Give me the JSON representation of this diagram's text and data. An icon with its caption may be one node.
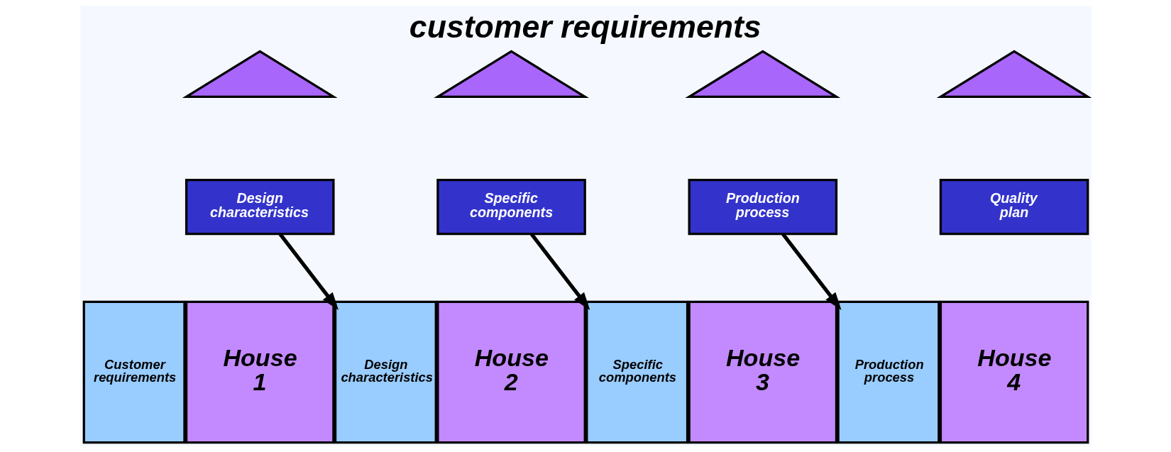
{
  "diagram": {
    "title": "customer requirements",
    "nodes": [
      {
        "text": [],
        "shape": "triangle"
      },
      {
        "text": [
          "Design characteristics"
        ]
      },
      {
        "text": [
          "Customer requirements"
        ]
      },
      {
        "text": [
          "House 1"
        ]
      },
      {
        "text": [],
        "shape": "triangle"
      },
      {
        "text": [
          "Specific components"
        ]
      },
      {
        "text": [
          "Design characteristics"
        ]
      },
      {
        "text": [
          "House 2"
        ]
      },
      {
        "text": [],
        "shape": "triangle"
      },
      {
        "text": [
          "Production process"
        ]
      },
      {
        "text": [
          "Specific components"
        ]
      },
      {
        "text": [
          "House 3"
        ]
      },
      {
        "text": [],
        "shape": "triangle"
      },
      {
        "text": [
          "Quality plan"
        ]
      },
      {
        "text": [
          "Production process"
        ]
      },
      {
        "text": [
          "House 4"
        ]
      }
    ],
    "edges": [
      {
        "from": 1,
        "to": 6,
        "arrow": "to"
      },
      {
        "from": 5,
        "to": 10,
        "arrow": "to"
      },
      {
        "from": 9,
        "to": 14,
        "arrow": "to"
      }
    ]
  }
}
